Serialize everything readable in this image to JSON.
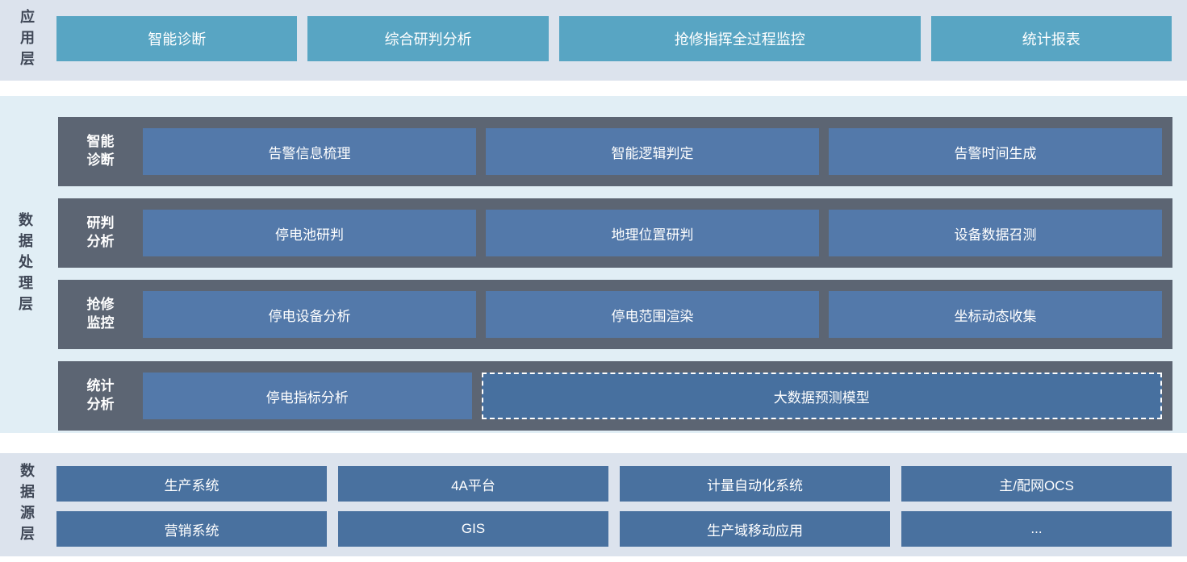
{
  "colors": {
    "app_band_bg": "#dce3ed",
    "proc_band_bg": "#e1eef5",
    "src_band_bg": "#dce3ed",
    "app_button": "#58a5c3",
    "proc_row_dark": "#5c6573",
    "proc_box_blue": "#5379aa",
    "dashed_box_blue": "#47709f",
    "src_box_blue": "#49719f",
    "layer_label_text": "#3f4756",
    "box_text": "#ffffff"
  },
  "app_layer": {
    "label": "应用层",
    "buttons": [
      {
        "label": "智能诊断"
      },
      {
        "label": "综合研判分析"
      },
      {
        "label": "抢修指挥全过程监控"
      },
      {
        "label": "统计报表"
      }
    ]
  },
  "processing_layer": {
    "label": "数据处理层",
    "rows": [
      {
        "label": "智能\n诊断",
        "boxes": [
          "告警信息梳理",
          "智能逻辑判定",
          "告警时间生成"
        ]
      },
      {
        "label": "研判\n分析",
        "boxes": [
          "停电池研判",
          "地理位置研判",
          "设备数据召测"
        ]
      },
      {
        "label": "抢修\n监控",
        "boxes": [
          "停电设备分析",
          "停电范围渲染",
          "坐标动态收集"
        ]
      },
      {
        "label": "统计\n分析",
        "boxes": [
          "停电指标分析"
        ],
        "dashed_box": "大数据预测模型"
      }
    ]
  },
  "source_layer": {
    "label": "数据源层",
    "rows": [
      [
        "生产系统",
        "4A平台",
        "计量自动化系统",
        "主/配网OCS"
      ],
      [
        "营销系统",
        "GIS",
        "生产域移动应用",
        "..."
      ]
    ]
  }
}
